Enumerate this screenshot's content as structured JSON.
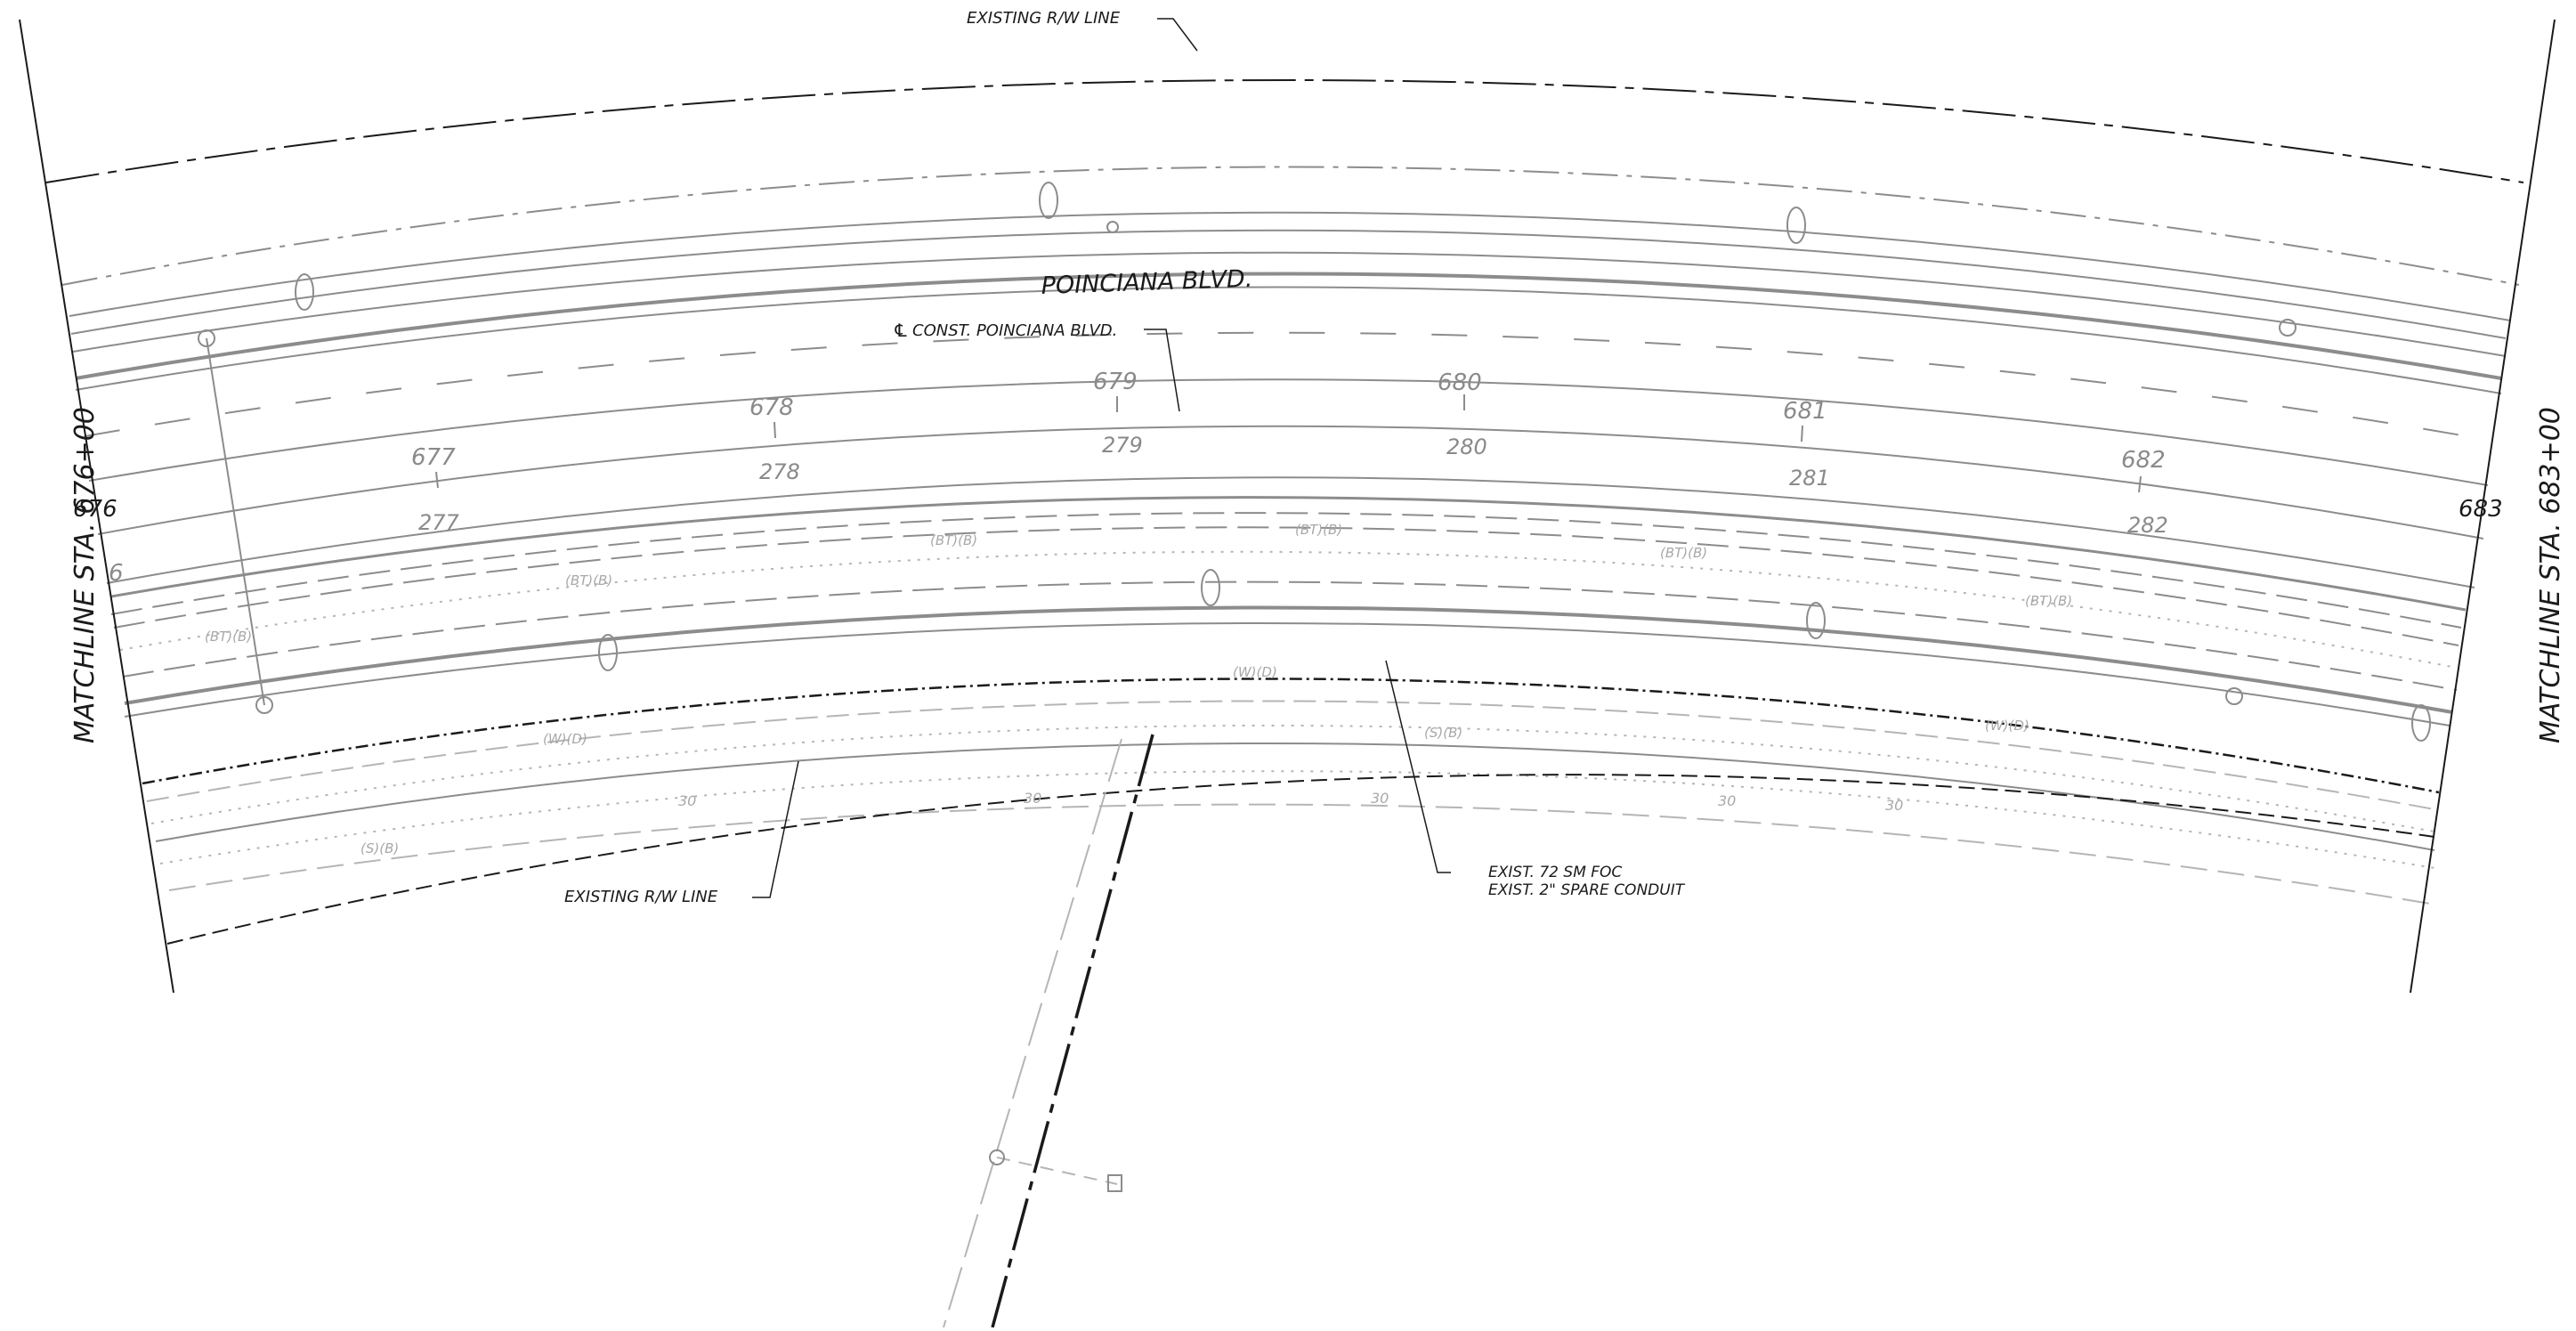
{
  "drawing": {
    "road_name": "POINCIANA BLVD.",
    "centerline_label": "CONST. POINCIANA BLVD.",
    "centerline_symbol": "℄",
    "rw_top_label": "EXISTING R/W LINE",
    "rw_bottom_label": "EXISTING R/W LINE",
    "foc_label_line1": "EXIST. 72 SM FOC",
    "foc_label_line2": "EXIST. 2\" SPARE CONDUIT",
    "matchline_left": "MATCHLINE STA. 676+00",
    "matchline_right": "MATCHLINE STA. 683+00",
    "matchline_left_station": "676",
    "matchline_right_station": "683",
    "partial_station": "6",
    "stations_upper": [
      "677",
      "678",
      "679",
      "680",
      "681",
      "682"
    ],
    "stations_lower": [
      "277",
      "278",
      "279",
      "280",
      "281",
      "282"
    ],
    "utility_codes": {
      "buried_telephone": "(BT)(B)",
      "water": "(W)(D)",
      "sewer": "(S)(B)",
      "contour": "30"
    },
    "colors": {
      "primary_linework": "#1a1a1a",
      "existing_features": "#8c8c8c",
      "faint_features": "#b5b5b5"
    }
  }
}
